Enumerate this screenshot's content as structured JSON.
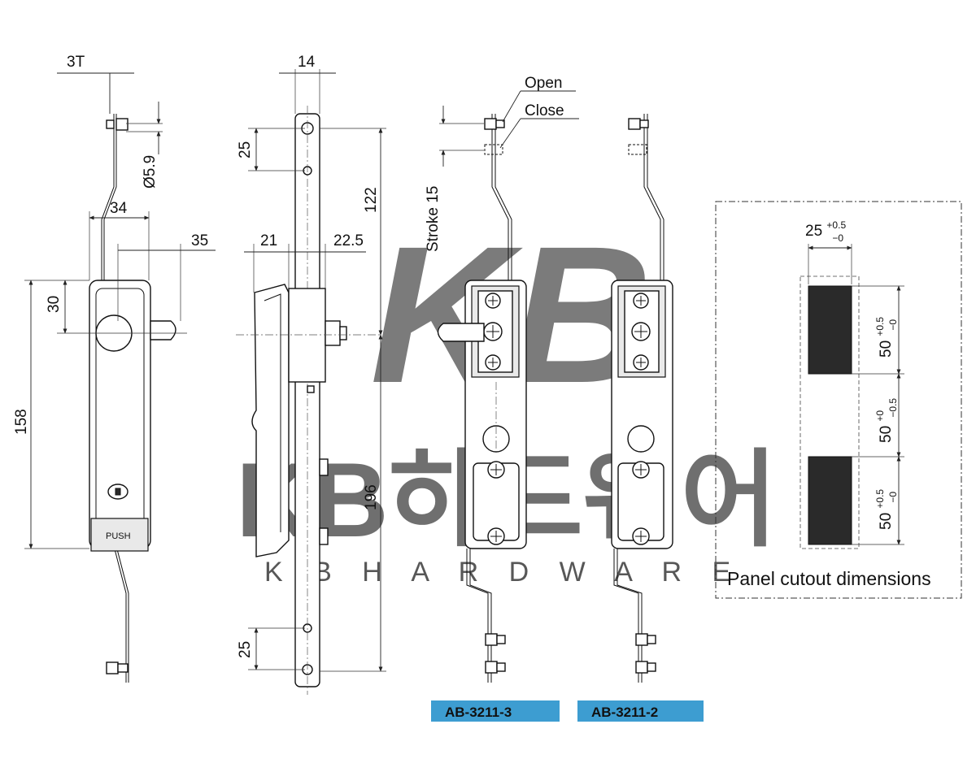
{
  "dimensions": {
    "thickness": "3T",
    "width_14": "14",
    "hole_dia": "Ø5.9",
    "pitch_25": "25",
    "dim_34": "34",
    "dim_35": "35",
    "dim_30": "30",
    "dim_158": "158",
    "dim_21": "21",
    "dim_22_5": "22.5",
    "dim_122": "122",
    "dim_196": "196",
    "stroke": "Stroke 15",
    "open": "Open",
    "close": "Close"
  },
  "handle": {
    "push_label": "PUSH"
  },
  "watermark": {
    "brand": "KB하드웨어",
    "sub": "K B H A R D W A R E",
    "logo": "KB"
  },
  "models": [
    "AB-3211-3",
    "AB-3211-2"
  ],
  "panel": {
    "caption": "Panel cutout dimensions",
    "width_base": "25",
    "width_tol_upper": "+0.5",
    "width_tol_lower": "−0",
    "h1_base": "50",
    "h1_tol_upper": "+0.5",
    "h1_tol_lower": "−0",
    "gap_base": "50",
    "gap_tol_upper": "+0",
    "gap_tol_lower": "−0.5",
    "h2_base": "50",
    "h2_tol_upper": "+0.5",
    "h2_tol_lower": "−0"
  },
  "colors": {
    "badge": "#3d9dd1",
    "watermark": "#dcdcdc"
  }
}
